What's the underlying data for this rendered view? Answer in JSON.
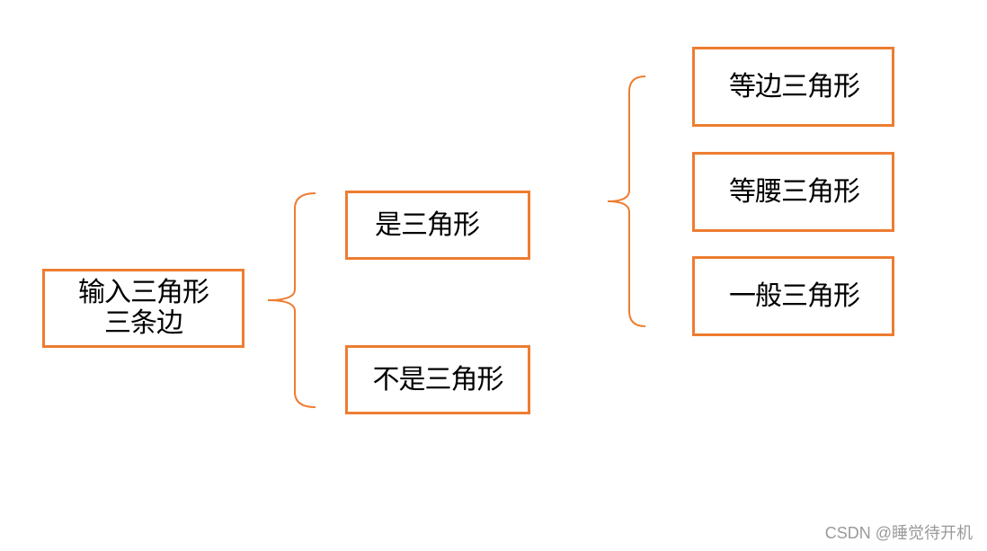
{
  "diagram": {
    "root": {
      "line1": "输入三角形",
      "line2": "三条边"
    },
    "branch_yes": {
      "label": "是三角形"
    },
    "branch_no": {
      "label": "不是三角形"
    },
    "sub_equilateral": {
      "label": "等边三角形"
    },
    "sub_isosceles": {
      "label": "等腰三角形"
    },
    "sub_general": {
      "label": "一般三角形"
    }
  },
  "colors": {
    "accent": "#ED7D31",
    "text": "#000000",
    "watermark": "#9A9A9A"
  },
  "watermark": {
    "text": "CSDN @睡觉待开机"
  }
}
